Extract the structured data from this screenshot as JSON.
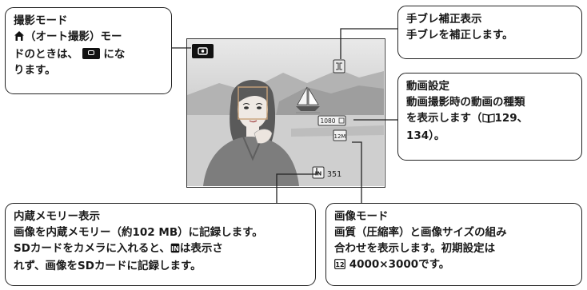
{
  "callouts": {
    "shooting_mode": {
      "title": "撮影モード",
      "line1_pre": "（オート撮影）モー",
      "line2_pre": "ドのときは、",
      "line2_post": "にな",
      "line3": "ります。"
    },
    "vr_display": {
      "title": "手ブレ補正表示",
      "line1": "手ブレを補正します。"
    },
    "movie_settings": {
      "title": "動画設定",
      "line1": "動画撮影時の動画の種類",
      "line2_pre": "を表示します（",
      "line2_post": "129、",
      "line3": "134）。"
    },
    "internal_memory": {
      "title": "内蔵メモリー表示",
      "line1": "画像を内蔵メモリー（約102 MB）に記録します。",
      "line2_pre": "SDカードをカメラに入れると、",
      "line2_post": "は表示さ",
      "line3": "れず、画像をSDカードに記録します。"
    },
    "image_mode": {
      "title": "画像モード",
      "line1": "画質（圧縮率）と画像サイズの組み",
      "line2": "合わせを表示します。初期設定は",
      "line3_value": "4000×3000です。"
    }
  },
  "screen": {
    "movie_indicator": "1080",
    "image_mode_indicator": "12M",
    "memory_indicator": "IN",
    "shots_remaining": "351"
  },
  "colors": {
    "screen_bg": "#d9d9d9",
    "icon_dark": "#111111",
    "border": "#222222"
  }
}
